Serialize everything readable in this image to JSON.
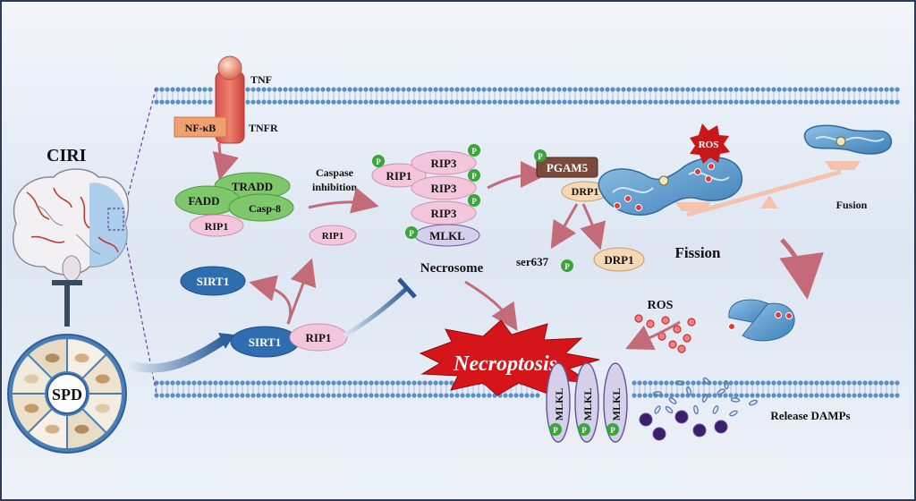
{
  "labels": {
    "ciri": "CIRI",
    "spd": "SPD",
    "tnf": "TNF",
    "nfkb": "NF-κB",
    "tnfr": "TNFR",
    "tradd": "TRADD",
    "fadd": "FADD",
    "casp8": "Casp-8",
    "rip1": "RIP1",
    "caspase_inhibition_1": "Caspase",
    "caspase_inhibition_2": "inhibition",
    "rip3": "RIP3",
    "mlkl": "MLKL",
    "necrosome": "Necrosome",
    "sirt1": "SIRT1",
    "pgam5": "PGAM5",
    "drp1": "DRP1",
    "ser637": "ser637",
    "p": "P",
    "ros": "ROS",
    "fission": "Fission",
    "fusion": "Fusion",
    "necroptosis": "Necroptosis",
    "mlkl_vertical": "MLKL",
    "release_damps": "Release DAMPs"
  },
  "colors": {
    "background": "#e8eef7",
    "membrane": "#5b8fc7",
    "rip_pink": "#f4c6dc",
    "green_complex": "#7ec86b",
    "sirt1_blue": "#2e6db0",
    "pgam5_brown": "#7a4a3a",
    "drp1_orange": "#f5d9b5",
    "necroptosis_red": "#d6151b",
    "phospho_green": "#3aa53a",
    "ros_red": "#e23a3a",
    "damp_purple": "#3b1f6b"
  }
}
